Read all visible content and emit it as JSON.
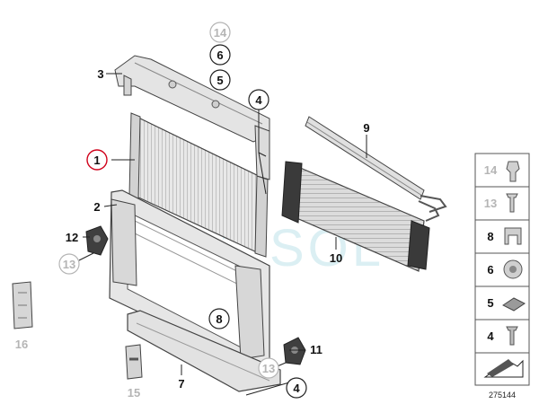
{
  "diagram": {
    "callouts": {
      "c14_top": "14",
      "c6_top": "6",
      "c5_top": "5",
      "c3": "3",
      "c4_top": "4",
      "c9": "9",
      "c1": "1",
      "c2": "2",
      "c12": "12",
      "c13_left": "13",
      "c10": "10",
      "c8": "8",
      "c16": "16",
      "c11": "11",
      "c13_bottom": "13",
      "c15": "15",
      "c7": "7",
      "c4_bottom": "4"
    },
    "legend": {
      "items": [
        "14",
        "13",
        "8",
        "6",
        "5",
        "4"
      ]
    },
    "diagram_number": "275144",
    "watermark": "SOL",
    "colors": {
      "highlight_circle": "#d0021b",
      "gray_label": "#b5b5b5",
      "part_fill": "#e4e4e4",
      "part_stroke": "#444444",
      "watermark": "#bfe3ea"
    }
  }
}
